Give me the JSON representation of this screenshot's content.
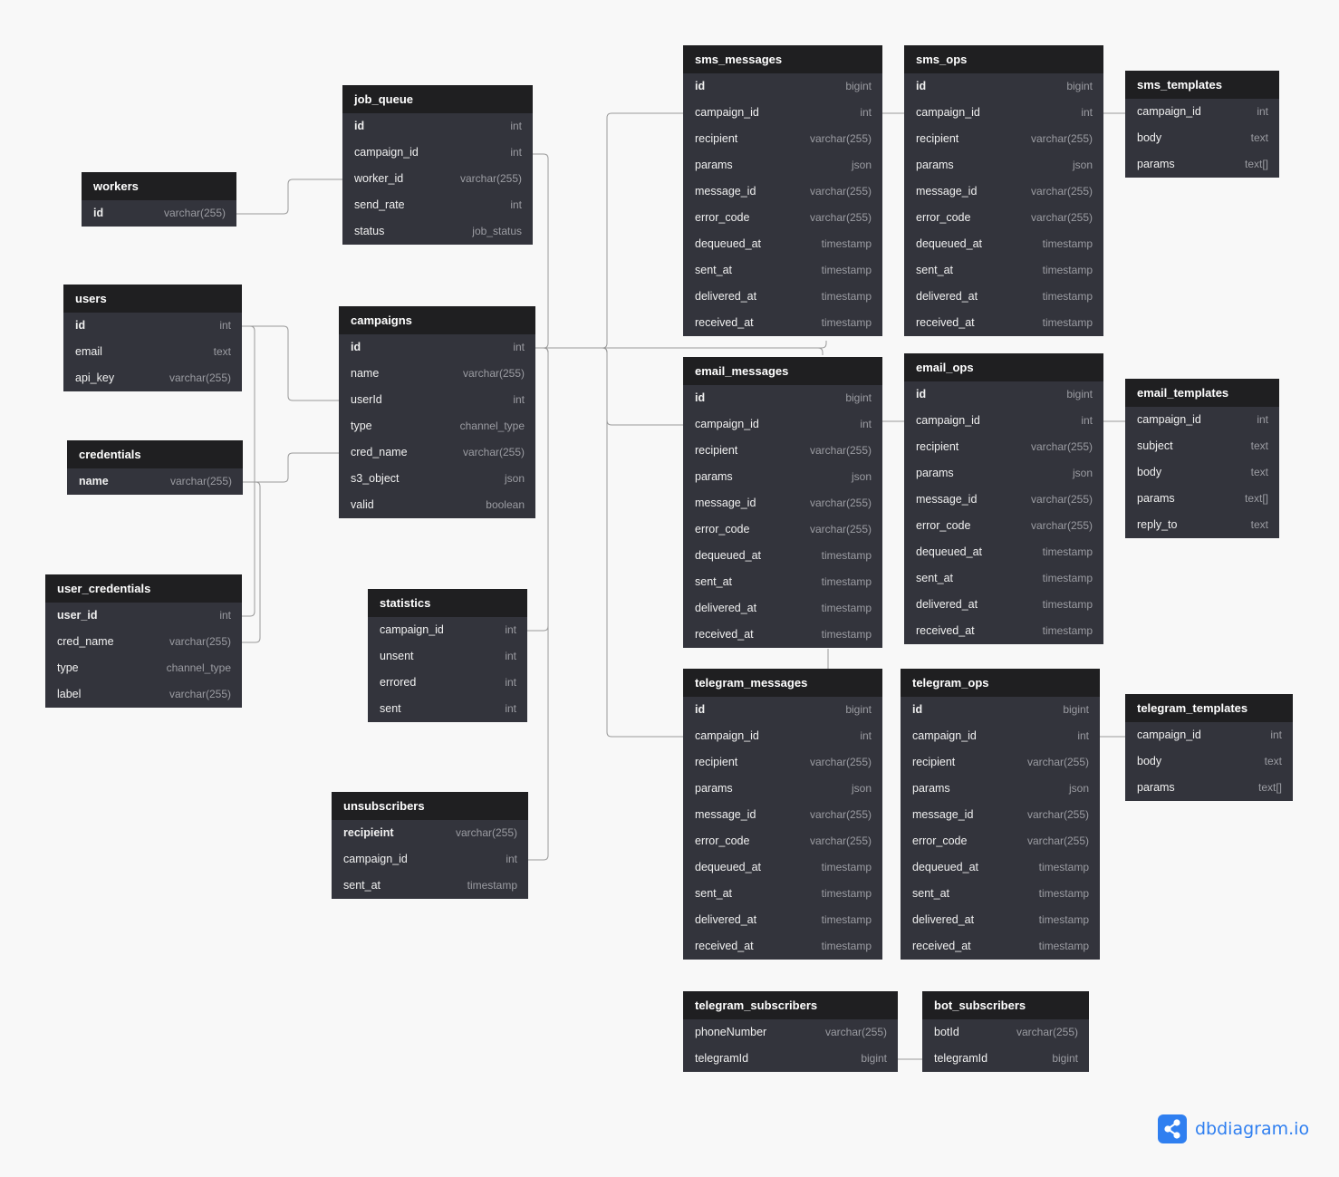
{
  "brand": {
    "name": "dbdiagram.io",
    "icon": "share-nodes-icon"
  },
  "tables": [
    {
      "name": "workers",
      "fields": [
        [
          "id",
          "varchar(255)"
        ]
      ]
    },
    {
      "name": "job_queue",
      "fields": [
        [
          "id",
          "int"
        ],
        [
          "campaign_id",
          "int"
        ],
        [
          "worker_id",
          "varchar(255)"
        ],
        [
          "send_rate",
          "int"
        ],
        [
          "status",
          "job_status"
        ]
      ]
    },
    {
      "name": "users",
      "fields": [
        [
          "id",
          "int"
        ],
        [
          "email",
          "text"
        ],
        [
          "api_key",
          "varchar(255)"
        ]
      ]
    },
    {
      "name": "campaigns",
      "fields": [
        [
          "id",
          "int"
        ],
        [
          "name",
          "varchar(255)"
        ],
        [
          "userId",
          "int"
        ],
        [
          "type",
          "channel_type"
        ],
        [
          "cred_name",
          "varchar(255)"
        ],
        [
          "s3_object",
          "json"
        ],
        [
          "valid",
          "boolean"
        ]
      ]
    },
    {
      "name": "credentials",
      "fields": [
        [
          "name",
          "varchar(255)"
        ]
      ]
    },
    {
      "name": "user_credentials",
      "fields": [
        [
          "user_id",
          "int"
        ],
        [
          "cred_name",
          "varchar(255)"
        ],
        [
          "type",
          "channel_type"
        ],
        [
          "label",
          "varchar(255)"
        ]
      ]
    },
    {
      "name": "statistics",
      "fields": [
        [
          "campaign_id",
          "int"
        ],
        [
          "unsent",
          "int"
        ],
        [
          "errored",
          "int"
        ],
        [
          "sent",
          "int"
        ]
      ]
    },
    {
      "name": "unsubscribers",
      "fields": [
        [
          "recipieint",
          "varchar(255)"
        ],
        [
          "campaign_id",
          "int"
        ],
        [
          "sent_at",
          "timestamp"
        ]
      ]
    },
    {
      "name": "sms_messages",
      "fields": [
        [
          "id",
          "bigint"
        ],
        [
          "campaign_id",
          "int"
        ],
        [
          "recipient",
          "varchar(255)"
        ],
        [
          "params",
          "json"
        ],
        [
          "message_id",
          "varchar(255)"
        ],
        [
          "error_code",
          "varchar(255)"
        ],
        [
          "dequeued_at",
          "timestamp"
        ],
        [
          "sent_at",
          "timestamp"
        ],
        [
          "delivered_at",
          "timestamp"
        ],
        [
          "received_at",
          "timestamp"
        ]
      ]
    },
    {
      "name": "sms_ops",
      "fields": [
        [
          "id",
          "bigint"
        ],
        [
          "campaign_id",
          "int"
        ],
        [
          "recipient",
          "varchar(255)"
        ],
        [
          "params",
          "json"
        ],
        [
          "message_id",
          "varchar(255)"
        ],
        [
          "error_code",
          "varchar(255)"
        ],
        [
          "dequeued_at",
          "timestamp"
        ],
        [
          "sent_at",
          "timestamp"
        ],
        [
          "delivered_at",
          "timestamp"
        ],
        [
          "received_at",
          "timestamp"
        ]
      ]
    },
    {
      "name": "sms_templates",
      "fields": [
        [
          "campaign_id",
          "int"
        ],
        [
          "body",
          "text"
        ],
        [
          "params",
          "text[]"
        ]
      ]
    },
    {
      "name": "email_messages",
      "fields": [
        [
          "id",
          "bigint"
        ],
        [
          "campaign_id",
          "int"
        ],
        [
          "recipient",
          "varchar(255)"
        ],
        [
          "params",
          "json"
        ],
        [
          "message_id",
          "varchar(255)"
        ],
        [
          "error_code",
          "varchar(255)"
        ],
        [
          "dequeued_at",
          "timestamp"
        ],
        [
          "sent_at",
          "timestamp"
        ],
        [
          "delivered_at",
          "timestamp"
        ],
        [
          "received_at",
          "timestamp"
        ]
      ]
    },
    {
      "name": "email_ops",
      "fields": [
        [
          "id",
          "bigint"
        ],
        [
          "campaign_id",
          "int"
        ],
        [
          "recipient",
          "varchar(255)"
        ],
        [
          "params",
          "json"
        ],
        [
          "message_id",
          "varchar(255)"
        ],
        [
          "error_code",
          "varchar(255)"
        ],
        [
          "dequeued_at",
          "timestamp"
        ],
        [
          "sent_at",
          "timestamp"
        ],
        [
          "delivered_at",
          "timestamp"
        ],
        [
          "received_at",
          "timestamp"
        ]
      ]
    },
    {
      "name": "email_templates",
      "fields": [
        [
          "campaign_id",
          "int"
        ],
        [
          "subject",
          "text"
        ],
        [
          "body",
          "text"
        ],
        [
          "params",
          "text[]"
        ],
        [
          "reply_to",
          "text"
        ]
      ]
    },
    {
      "name": "telegram_messages",
      "fields": [
        [
          "id",
          "bigint"
        ],
        [
          "campaign_id",
          "int"
        ],
        [
          "recipient",
          "varchar(255)"
        ],
        [
          "params",
          "json"
        ],
        [
          "message_id",
          "varchar(255)"
        ],
        [
          "error_code",
          "varchar(255)"
        ],
        [
          "dequeued_at",
          "timestamp"
        ],
        [
          "sent_at",
          "timestamp"
        ],
        [
          "delivered_at",
          "timestamp"
        ],
        [
          "received_at",
          "timestamp"
        ]
      ]
    },
    {
      "name": "telegram_ops",
      "fields": [
        [
          "id",
          "bigint"
        ],
        [
          "campaign_id",
          "int"
        ],
        [
          "recipient",
          "varchar(255)"
        ],
        [
          "params",
          "json"
        ],
        [
          "message_id",
          "varchar(255)"
        ],
        [
          "error_code",
          "varchar(255)"
        ],
        [
          "dequeued_at",
          "timestamp"
        ],
        [
          "sent_at",
          "timestamp"
        ],
        [
          "delivered_at",
          "timestamp"
        ],
        [
          "received_at",
          "timestamp"
        ]
      ]
    },
    {
      "name": "telegram_templates",
      "fields": [
        [
          "campaign_id",
          "int"
        ],
        [
          "body",
          "text"
        ],
        [
          "params",
          "text[]"
        ]
      ]
    },
    {
      "name": "telegram_subscribers",
      "fields": [
        [
          "phoneNumber",
          "varchar(255)"
        ],
        [
          "telegramId",
          "bigint"
        ]
      ]
    },
    {
      "name": "bot_subscribers",
      "fields": [
        [
          "botId",
          "varchar(255)"
        ],
        [
          "telegramId",
          "bigint"
        ]
      ]
    }
  ]
}
